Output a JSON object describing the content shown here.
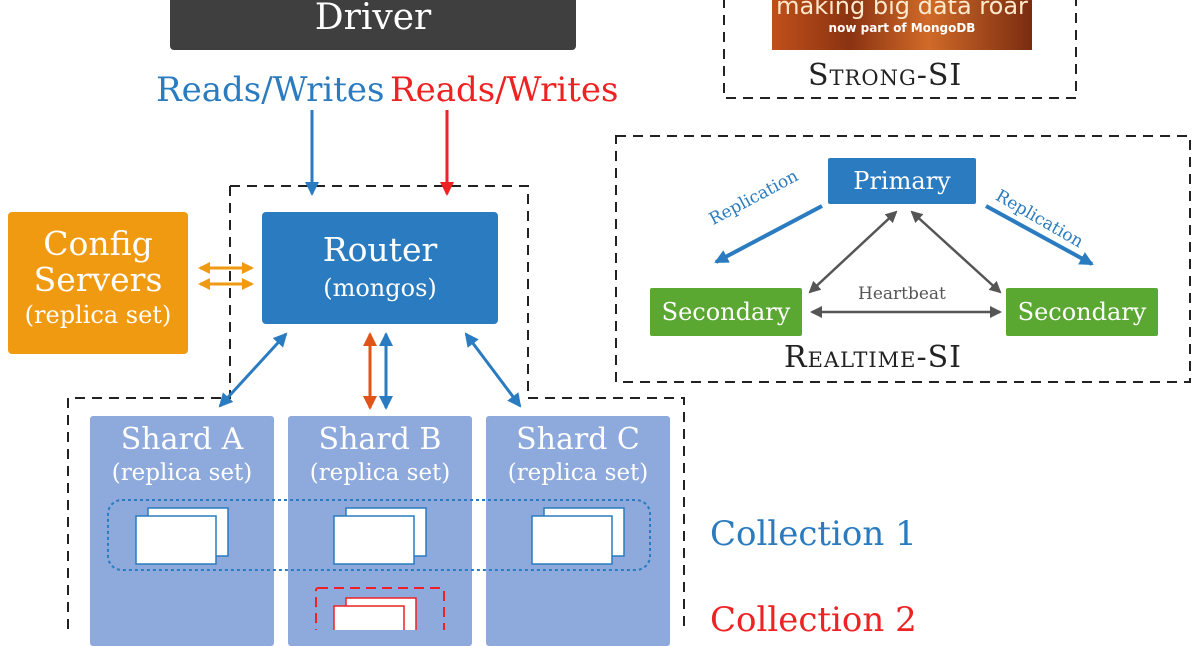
{
  "driver": {
    "label": "Driver"
  },
  "reads_writes": {
    "left": "Reads/Writes",
    "right": "Reads/Writes"
  },
  "config": {
    "line1": "Config",
    "line2": "Servers",
    "line3": "(replica set)"
  },
  "router": {
    "line1": "Router",
    "line2": "(mongos)"
  },
  "shards": [
    {
      "name": "Shard A",
      "sub": "(replica set)"
    },
    {
      "name": "Shard B",
      "sub": "(replica set)"
    },
    {
      "name": "Shard C",
      "sub": "(replica set)"
    }
  ],
  "collections": {
    "c1": "Collection 1",
    "c2": "Collection 2"
  },
  "logo": {
    "tagline": "making big data roar",
    "sub": "now part of MongoDB"
  },
  "strong_si": {
    "label": "Strong-SI"
  },
  "realtime_si": {
    "label": "Realtime-SI",
    "primary": "Primary",
    "secondary_left": "Secondary",
    "secondary_right": "Secondary",
    "replication_left": "Replication",
    "replication_right": "Replication",
    "heartbeat": "Heartbeat"
  },
  "colors": {
    "blue": "#2a7bbf",
    "red": "#ee2222",
    "orange": "#f09a12",
    "green": "#5aa832",
    "shard": "#8ea9db",
    "dark_arrow": "#555555"
  }
}
